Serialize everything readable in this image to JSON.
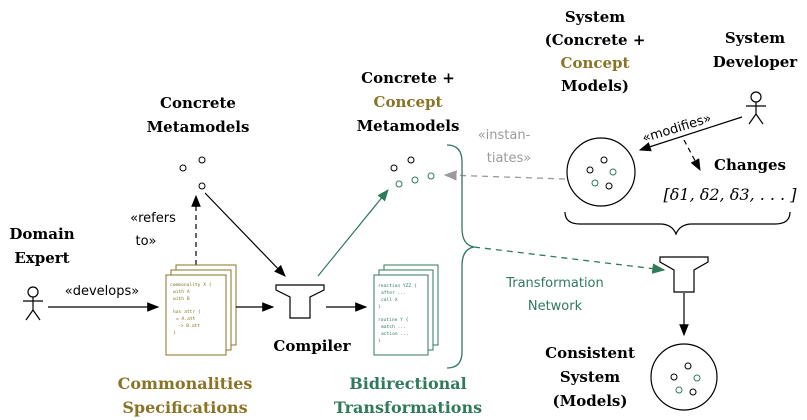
{
  "labels": {
    "system_line1": "System",
    "system_line2": "(Concrete +",
    "system_line3_concept": "Concept",
    "system_line4": "Models)",
    "developer_line1": "System",
    "developer_line2": "Developer",
    "concrete_mm_line1": "Concrete",
    "concrete_mm_line2": "Metamodels",
    "cc_mm_line1": "Concrete +",
    "cc_mm_line2_concept": "Concept",
    "cc_mm_line3": "Metamodels",
    "domain_expert_line1": "Domain",
    "domain_expert_line2": "Expert",
    "compiler": "Compiler",
    "commonalities_line1": "Commonalities",
    "commonalities_line2": "Specifications",
    "bidirectional_line1": "Bidirectional",
    "bidirectional_line2": "Transformations",
    "consistent_line1": "Consistent",
    "consistent_line2": "System",
    "consistent_line3": "(Models)",
    "changes": "Changes",
    "changes_formula": "[δ1, δ2, δ3, . . . ]",
    "modifies": "«modifies»",
    "instantiates_line1": "«instan-",
    "instantiates_line2": "tiates»",
    "refers_line1": "«refers",
    "refers_line2": "to»",
    "develops": "«develops»",
    "transformation_network_line1": "Transformation",
    "transformation_network_line2": "Network"
  },
  "code_snippets": {
    "commonality": [
      "commonality X {",
      "with A",
      "with B",
      "",
      "has attr {",
      "= A.att",
      "-> B.att",
      "}"
    ],
    "reaction": [
      "reaction YZZ {",
      "after ...",
      "call X",
      "}",
      "",
      "routine Y {",
      "match ...",
      "action ...",
      "}"
    ]
  },
  "colors": {
    "concept_olive": "#8b7326",
    "transform_green": "#2f7a5a",
    "dashed_gray": "#9a9a9a",
    "black": "#000000"
  }
}
